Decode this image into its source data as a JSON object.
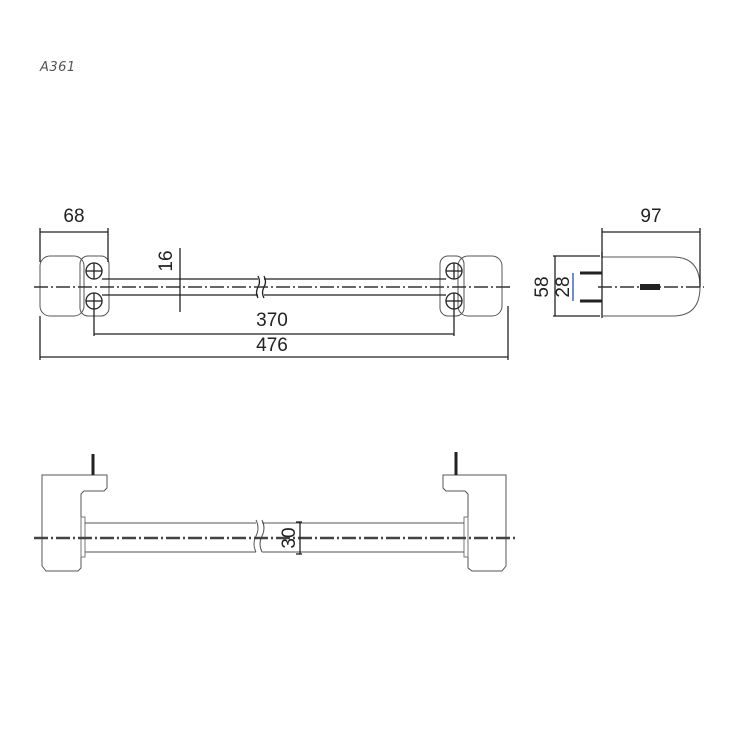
{
  "title": {
    "model_code": "A361"
  },
  "top_view": {
    "dimensions": {
      "mount_width": "68",
      "bar_diameter": "16",
      "hole_spacing": "370",
      "overall_length": "476"
    }
  },
  "side_view": {
    "dimensions": {
      "projection": "97",
      "base_height": "58",
      "screw_spacing": "28"
    }
  },
  "front_view": {
    "dimensions": {
      "bar_height": "30"
    }
  },
  "colors": {
    "line": "#222222",
    "background": "#ffffff",
    "accent_dim": "#2255aa"
  }
}
